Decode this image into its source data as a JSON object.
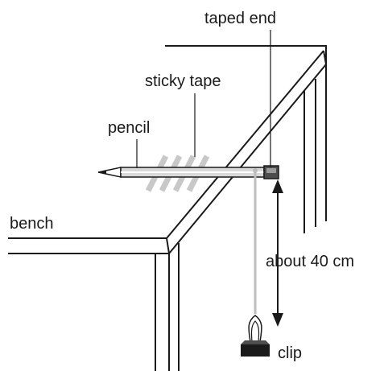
{
  "labels": {
    "taped_end": "taped end",
    "sticky_tape": "sticky tape",
    "pencil": "pencil",
    "bench": "bench",
    "distance": "about 40 cm",
    "clip": "clip"
  },
  "colors": {
    "line": "#1a1a1a",
    "pencil_body": "#d9d9d9",
    "tape": "#c8c8c8",
    "thread": "#bdbdbd"
  },
  "icons": {
    "arrow": "double-headed-arrow-icon",
    "clip": "binder-clip-icon"
  }
}
